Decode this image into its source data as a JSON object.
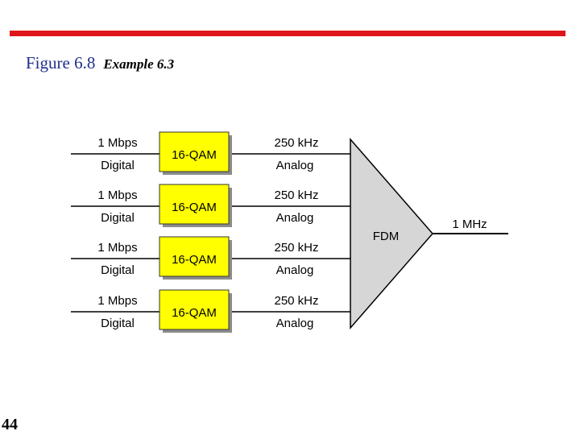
{
  "slide": {
    "figure_label": "Figure 6.8",
    "figure_caption": "Example 6.3",
    "page_number": "44"
  },
  "diagram": {
    "inputs": [
      {
        "rate": "1 Mbps",
        "type": "Digital",
        "modulator": "16-QAM",
        "bandwidth": "250 kHz",
        "signal": "Analog"
      },
      {
        "rate": "1 Mbps",
        "type": "Digital",
        "modulator": "16-QAM",
        "bandwidth": "250 kHz",
        "signal": "Analog"
      },
      {
        "rate": "1 Mbps",
        "type": "Digital",
        "modulator": "16-QAM",
        "bandwidth": "250 kHz",
        "signal": "Analog"
      },
      {
        "rate": "1 Mbps",
        "type": "Digital",
        "modulator": "16-QAM",
        "bandwidth": "250 kHz",
        "signal": "Analog"
      }
    ],
    "multiplexer_label": "FDM",
    "output_label": "1 MHz",
    "colors": {
      "modulator_fill": "#ffff00",
      "modulator_shadow": "#8c8c8c",
      "mux_fill": "#d6d6d6",
      "rule": "#e0141b",
      "title": "#1f2f8a"
    }
  }
}
